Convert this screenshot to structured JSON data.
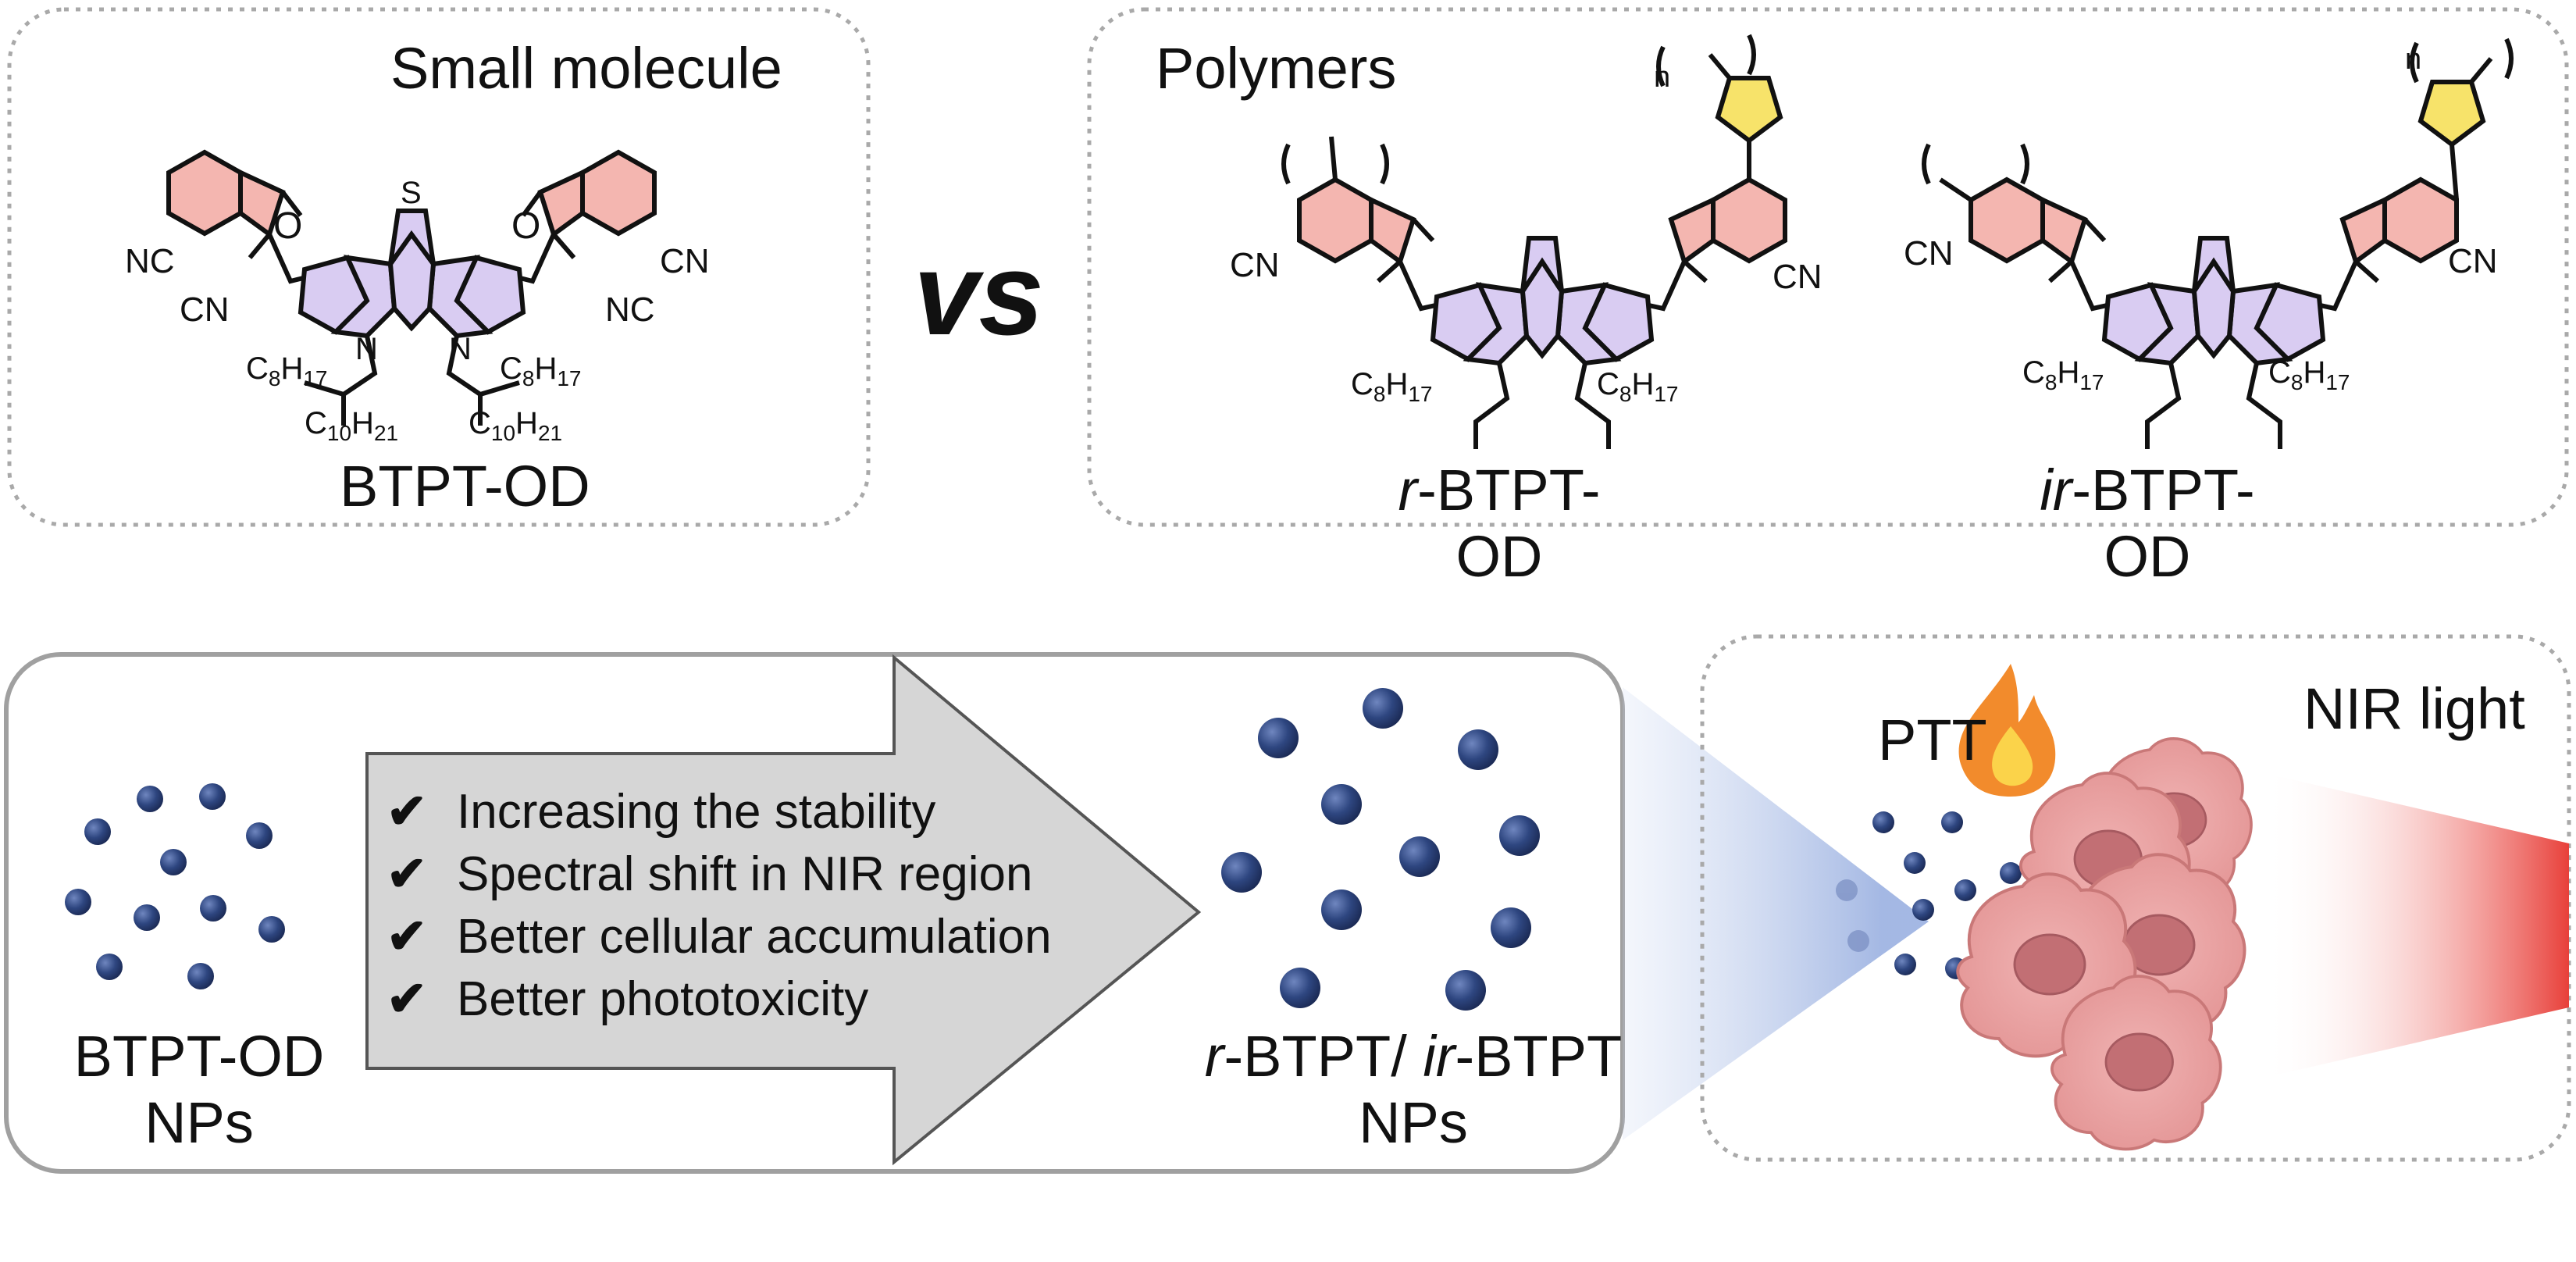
{
  "top_left": {
    "title": "Small molecule",
    "molecule_label": "BTPT-OD"
  },
  "vs_label": "vs",
  "top_right": {
    "title": "Polymers",
    "r_label_prefix": "r",
    "r_label_rest": "-BTPT-",
    "r_label_line2": "OD",
    "ir_label_prefix": "ir",
    "ir_label_rest": "-BTPT-",
    "ir_label_line2": "OD"
  },
  "chem": {
    "cn": "CN",
    "nc": "NC",
    "o": "O",
    "s": "S",
    "n": "N",
    "n_sub": "n",
    "c8": "C8H17",
    "c10": "C10H21"
  },
  "bottom_left": {
    "np_left_line1": "BTPT-OD",
    "np_left_line2": "NPs",
    "checks": [
      "Increasing the stability",
      "Spectral shift in NIR region",
      "Better cellular accumulation",
      "Better phototoxicity"
    ],
    "np_right_r": "r",
    "np_right_mid": "-BTPT/ ",
    "np_right_ir": "ir",
    "np_right_end": "-BTPT",
    "np_right_line2": "NPs"
  },
  "bottom_right": {
    "ptt_label": "PTT",
    "nir_label": "NIR light"
  },
  "colors": {
    "np_blue": "#2e4680",
    "indanone_pink": "#f4b6b0",
    "core_purple": "#d9ccf2",
    "thiophene_yellow": "#f7e36a",
    "nir_red": "#e8403a",
    "arrow_gray": "#d6d6d6",
    "cell_pink": "#e8a0a0"
  }
}
